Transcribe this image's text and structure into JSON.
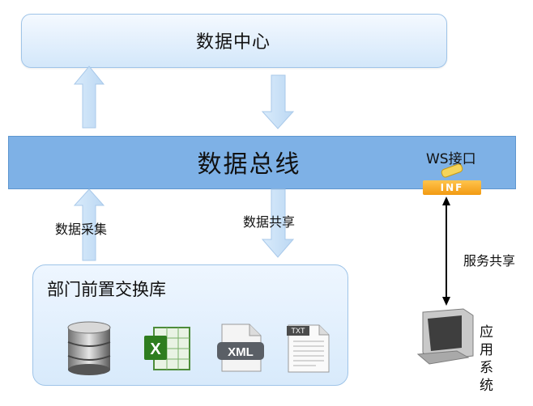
{
  "diagram": {
    "data_center": "数据中心",
    "data_bus": "数据总线",
    "exchange_lib": "部门前置交换库",
    "data_collect": "数据采集",
    "data_share": "数据共享",
    "ws_interface": "WS接口",
    "inf_badge": "INF",
    "service_share": "服务共享",
    "app_system": "应用系统",
    "xml_label": "XML",
    "txt_label": "TXT"
  },
  "icons": [
    "database-icon",
    "excel-icon",
    "xml-file-icon",
    "txt-file-icon",
    "computer-icon",
    "ws-interface-icon"
  ],
  "colors": {
    "bus": "#7eb1e6",
    "panel": "#d8eafb",
    "arrow": "#cfe4f8",
    "badge": "#f29a12"
  }
}
